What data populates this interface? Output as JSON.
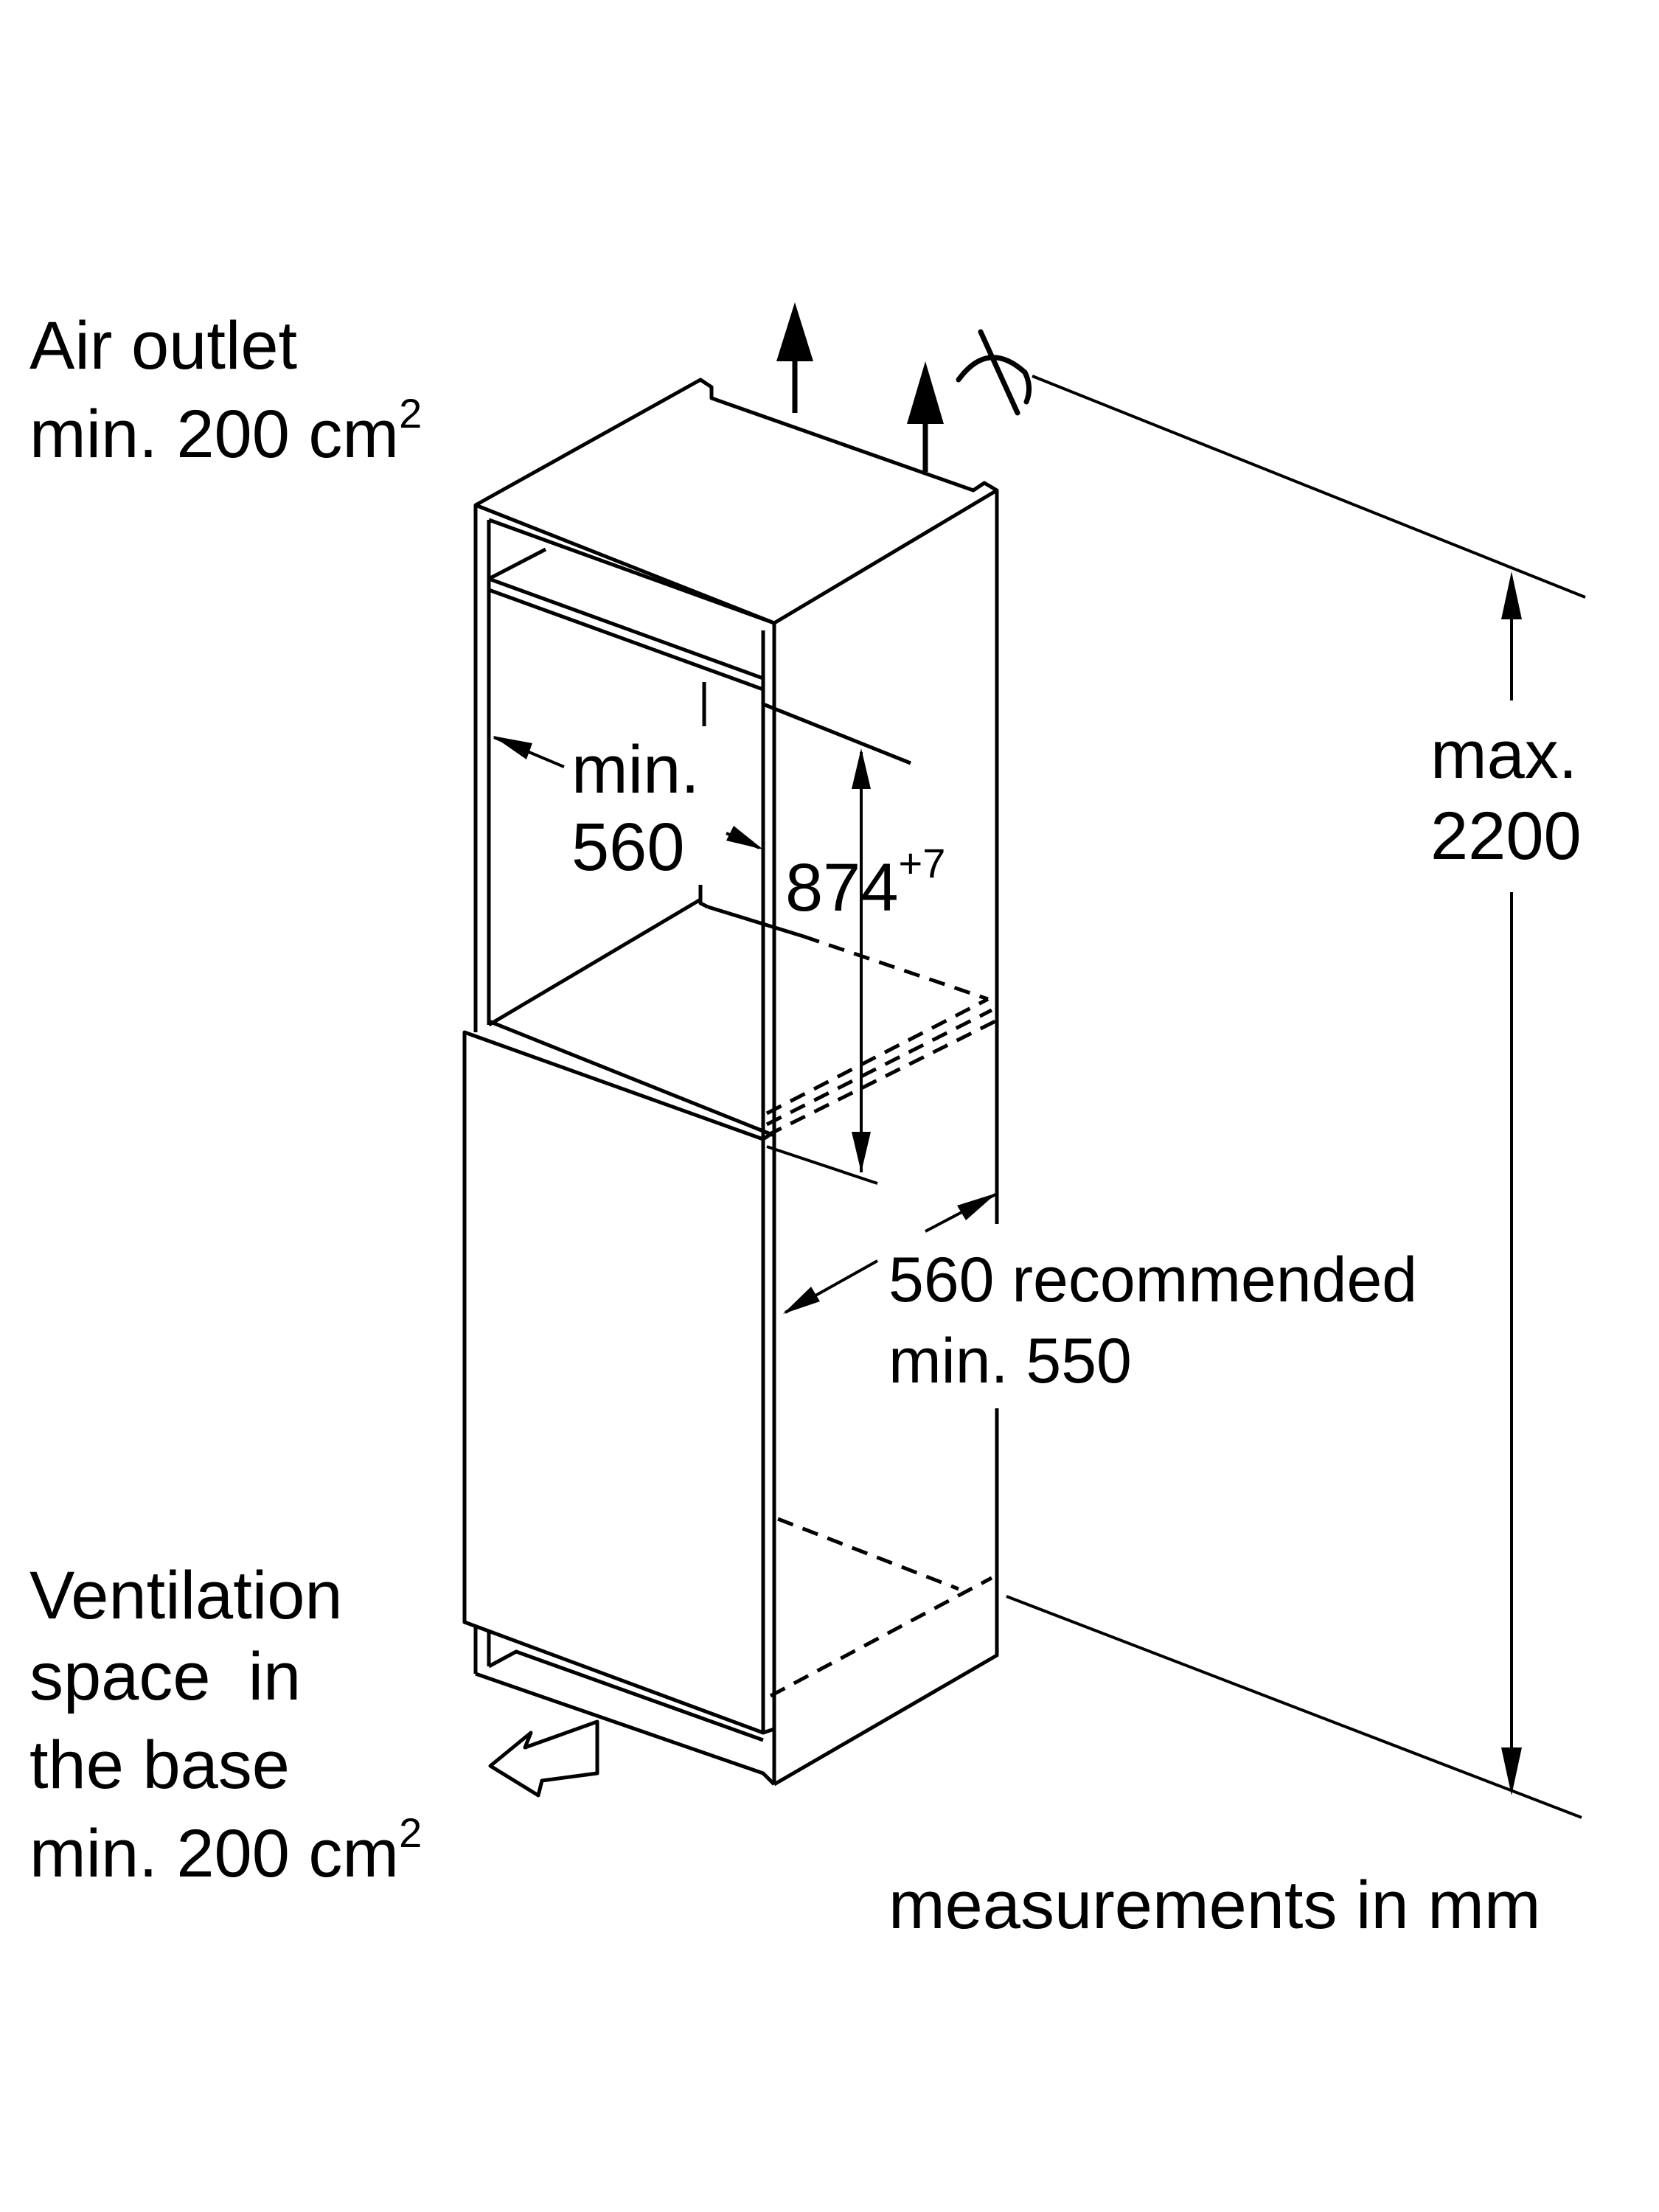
{
  "labels": {
    "air_outlet_line1": "Air outlet",
    "air_outlet_line2": "min. 200 cm",
    "air_outlet_sup": "2",
    "niche_width_line1": "min.",
    "niche_width_line2": "560",
    "niche_height_value": "874",
    "niche_height_sup": "+7",
    "max_height_line1": "max.",
    "max_height_line2": "2200",
    "depth_line1": "560 recommended",
    "depth_line2": "min. 550",
    "ventilation_line1": "Ventilation",
    "ventilation_line2": "space  in",
    "ventilation_line3": "the base",
    "ventilation_line4": "min. 200 cm",
    "ventilation_sup": "2",
    "units_note": "measurements in mm"
  },
  "colors": {
    "line": "#000000",
    "background": "#ffffff"
  }
}
